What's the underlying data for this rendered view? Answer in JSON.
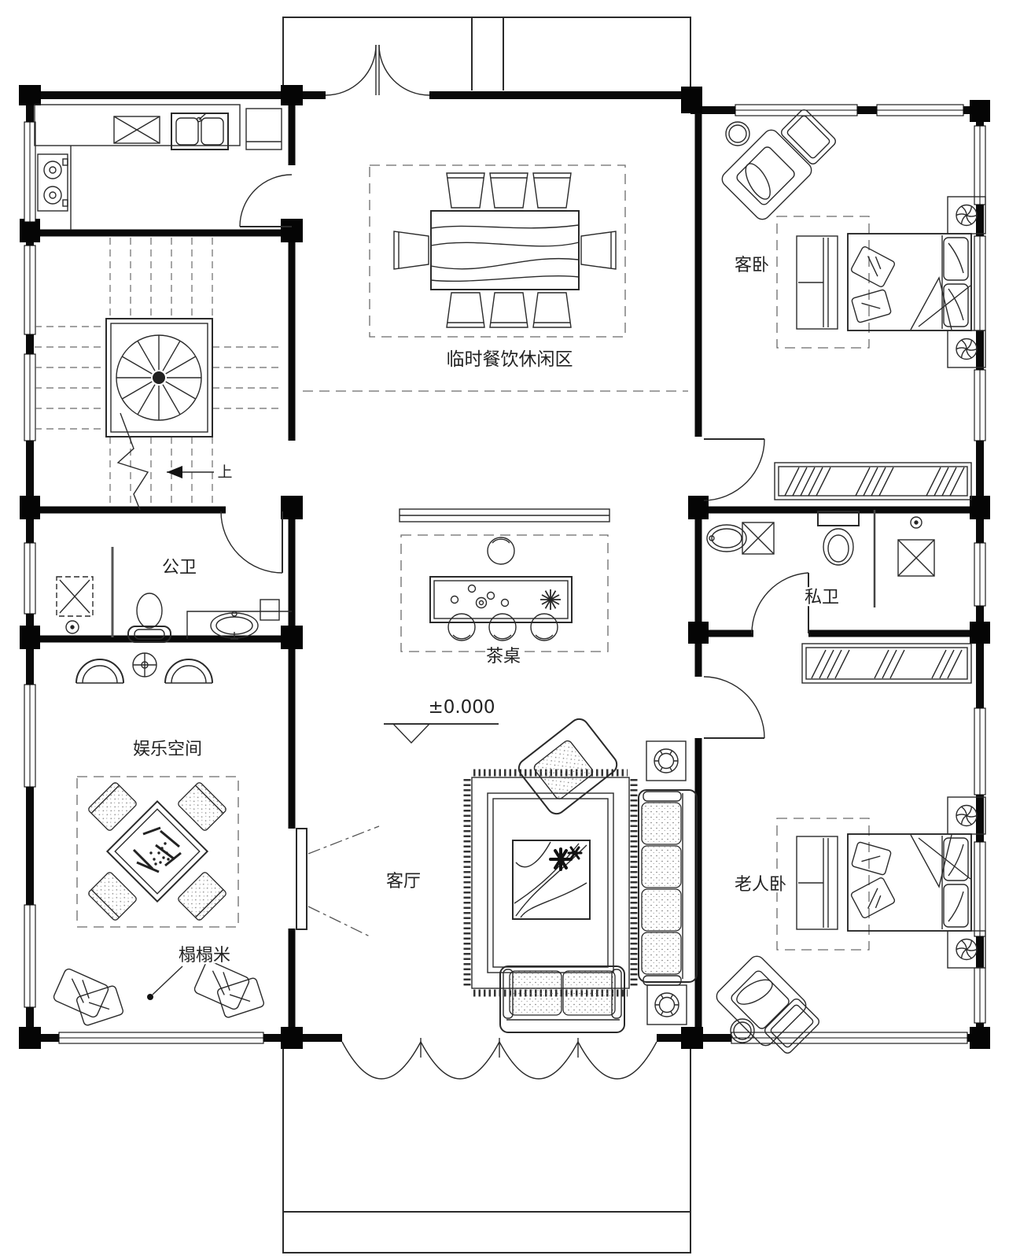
{
  "drawing": {
    "labels": {
      "guest_bedroom": "客卧",
      "dining_area": "临时餐饮休闲区",
      "public_bathroom": "公卫",
      "private_bathroom": "私卫",
      "tea_table": "茶桌",
      "level_mark": "±0.000",
      "entertainment_space": "娱乐空间",
      "living_room": "客厅",
      "elder_bedroom": "老人卧",
      "tatami": "榻榻米",
      "stairs_up": "上"
    },
    "colors": {
      "line": "#0a0a0a",
      "dashed": "#6b6b6b",
      "background": "#ffffff"
    }
  }
}
